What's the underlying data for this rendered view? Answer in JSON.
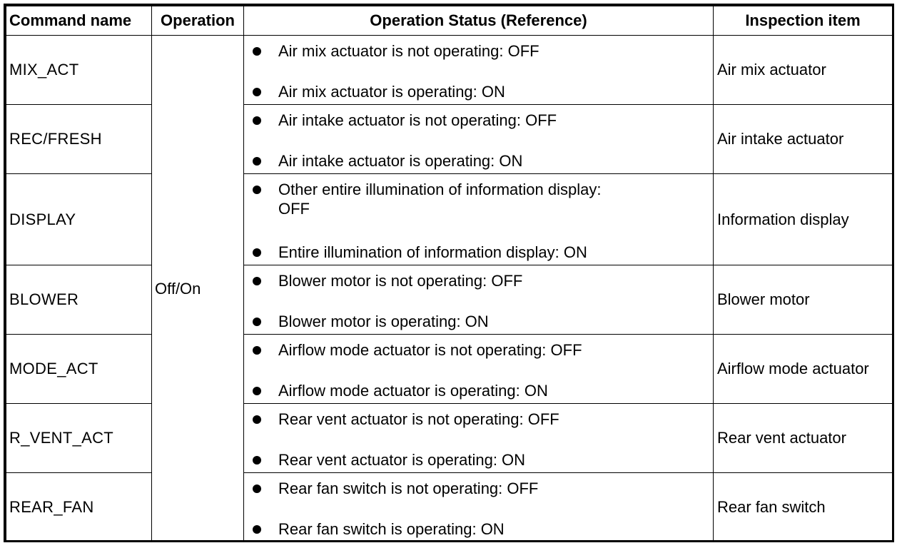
{
  "headers": {
    "command": "Command name",
    "operation": "Operation",
    "status": "Operation Status (Reference)",
    "inspection": "Inspection item"
  },
  "operation_value": "Off/On",
  "rows": [
    {
      "command": "MIX_ACT",
      "status_off": "Air mix actuator is not operating: OFF",
      "status_on": "Air mix actuator is operating: ON",
      "inspection": "Air mix actuator"
    },
    {
      "command": "REC/FRESH",
      "status_off": "Air intake actuator is not operating: OFF",
      "status_on": "Air intake actuator is operating: ON",
      "inspection": "Air intake actuator"
    },
    {
      "command": "DISPLAY",
      "status_off_line1": "Other entire illumination of information display:",
      "status_off_line2": "OFF",
      "status_on": "Entire illumination of information display: ON",
      "inspection": "Information display"
    },
    {
      "command": "BLOWER",
      "status_off": "Blower motor is not operating: OFF",
      "status_on": "Blower motor is operating: ON",
      "inspection": "Blower motor"
    },
    {
      "command": "MODE_ACT",
      "status_off": "Airflow mode actuator is not operating: OFF",
      "status_on": "Airflow mode actuator is operating: ON",
      "inspection": "Airflow mode actuator"
    },
    {
      "command": "R_VENT_ACT",
      "status_off": "Rear vent actuator is not operating: OFF",
      "status_on": "Rear vent actuator is operating: ON",
      "inspection": "Rear vent actuator"
    },
    {
      "command": "REAR_FAN",
      "status_off": "Rear fan switch is not operating: OFF",
      "status_on": "Rear fan switch is operating: ON",
      "inspection": "Rear fan switch"
    }
  ]
}
